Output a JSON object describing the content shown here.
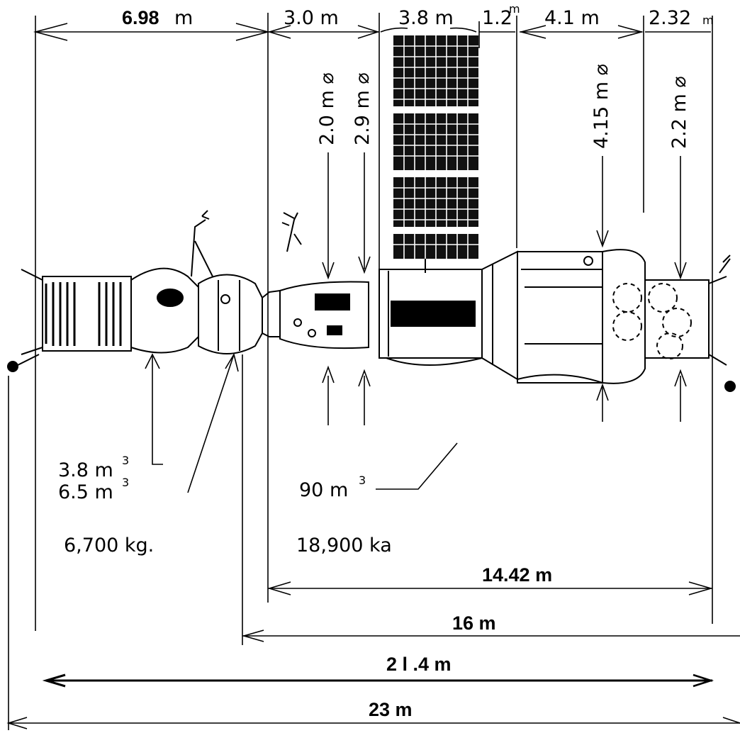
{
  "top_dimensions": {
    "soyuz_length_value": "6.98",
    "soyuz_length_unit": "m",
    "transfer_section": "3.0 m",
    "work_section_small": "3.8 m",
    "step_section": "1.2",
    "step_section_unit": "m",
    "work_section_large": "4.1 m",
    "aft_section": "2.32",
    "aft_section_unit": "m"
  },
  "diameters": {
    "d1": "2.0 m ⌀",
    "d2": "2.9 m ⌀",
    "d3": "4.15 m ⌀",
    "d4": "2.2 m ⌀"
  },
  "volumes": {
    "orbital_module": "3.8 m",
    "descent_module": "6.5 m",
    "station": "90 m",
    "exp": "3",
    "exp_station": "3"
  },
  "masses": {
    "soyuz": "6,700 kg.",
    "station": "18,900 ka"
  },
  "overall_dimensions": {
    "station_length": "14.42 m",
    "station_with_docking": "16 m",
    "combined_length": "2 l .4 m",
    "total_length": "23  m"
  },
  "colors": {
    "ink": "#000000",
    "paper": "#ffffff"
  }
}
